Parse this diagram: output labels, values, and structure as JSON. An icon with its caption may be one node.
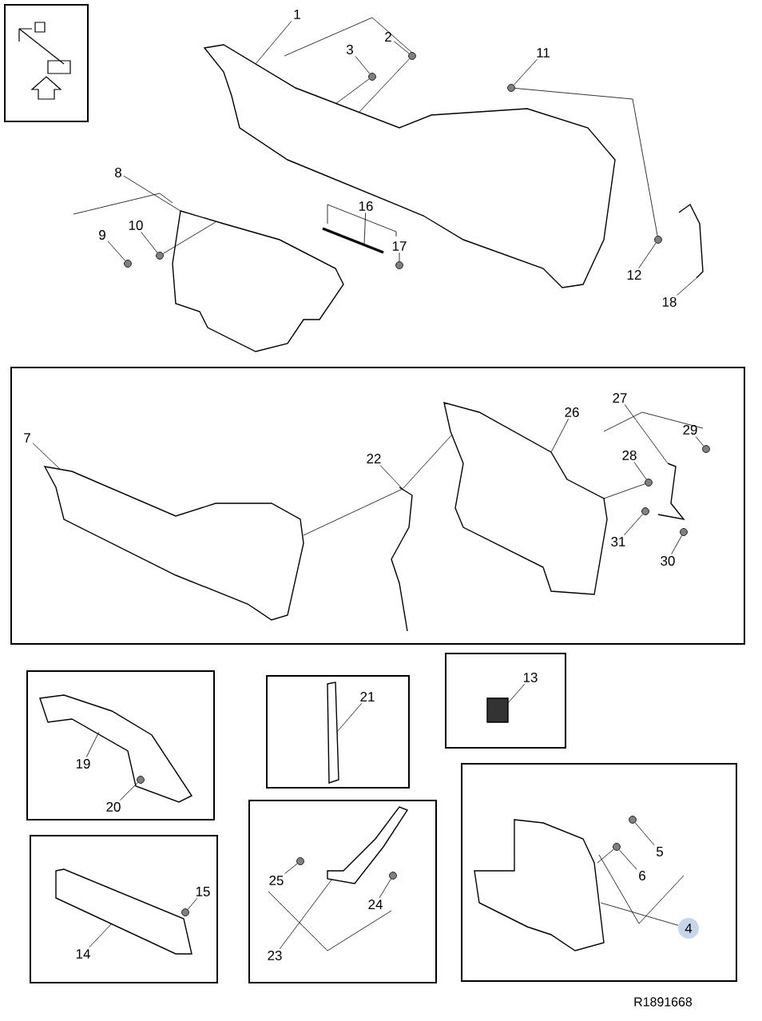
{
  "diagram": {
    "nodes": [
      {
        "text": [],
        "shape": "box"
      },
      {
        "text": [
          "1"
        ]
      },
      {
        "text": [
          "2"
        ]
      },
      {
        "text": [
          "3"
        ]
      },
      {
        "text": [
          "11"
        ]
      },
      {
        "text": [
          "8"
        ]
      },
      {
        "text": [
          "10"
        ]
      },
      {
        "text": [
          "9"
        ]
      },
      {
        "text": [
          "16"
        ]
      },
      {
        "text": [
          "17"
        ]
      },
      {
        "text": [
          "12"
        ]
      },
      {
        "text": [
          "18"
        ]
      },
      {
        "text": [],
        "shape": "box"
      },
      {
        "text": [
          "7"
        ],
        "in": 12
      },
      {
        "text": [
          "22"
        ],
        "in": 12
      },
      {
        "text": [
          "26"
        ],
        "in": 12
      },
      {
        "text": [
          "27"
        ],
        "in": 12
      },
      {
        "text": [
          "29"
        ],
        "in": 12
      },
      {
        "text": [
          "28"
        ],
        "in": 12
      },
      {
        "text": [
          "31"
        ],
        "in": 12
      },
      {
        "text": [
          "30"
        ],
        "in": 12
      },
      {
        "text": [],
        "shape": "box"
      },
      {
        "text": [
          "19"
        ],
        "in": 21
      },
      {
        "text": [
          "20"
        ],
        "in": 21
      },
      {
        "text": [],
        "shape": "box"
      },
      {
        "text": [
          "21"
        ],
        "in": 24
      },
      {
        "text": [],
        "shape": "box"
      },
      {
        "text": [
          "13"
        ],
        "in": 26
      },
      {
        "text": [],
        "shape": "box"
      },
      {
        "text": [
          "15"
        ],
        "in": 28
      },
      {
        "text": [
          "14"
        ],
        "in": 28
      },
      {
        "text": [],
        "shape": "box"
      },
      {
        "text": [
          "25"
        ],
        "in": 31
      },
      {
        "text": [
          "24"
        ],
        "in": 31
      },
      {
        "text": [
          "23"
        ],
        "in": 31
      },
      {
        "text": [],
        "shape": "box"
      },
      {
        "text": [
          "5"
        ],
        "in": 35
      },
      {
        "text": [
          "6"
        ],
        "in": 35
      },
      {
        "text": [
          "4"
        ],
        "in": 35
      },
      {
        "text": [],
        "shape": "picture"
      },
      {
        "text": [],
        "shape": "circle"
      },
      {
        "text": [],
        "shape": "circle"
      },
      {
        "text": [],
        "shape": "circle"
      },
      {
        "text": [],
        "shape": "picture"
      },
      {
        "text": [],
        "shape": "circle"
      },
      {
        "text": [],
        "shape": "circle"
      },
      {
        "text": [],
        "shape": "picture"
      },
      {
        "text": [],
        "shape": "circle"
      },
      {
        "text": [],
        "shape": "circle"
      },
      {
        "text": [],
        "shape": "picture"
      },
      {
        "text": [],
        "shape": "picture",
        "in": 12
      },
      {
        "text": [],
        "shape": "picture",
        "in": 12
      },
      {
        "text": [],
        "shape": "picture",
        "in": 12
      },
      {
        "text": [],
        "shape": "picture",
        "in": 12
      },
      {
        "text": [],
        "shape": "circle",
        "in": 12
      },
      {
        "text": [],
        "shape": "circle",
        "in": 12
      },
      {
        "text": [],
        "shape": "circle",
        "in": 12
      },
      {
        "text": [],
        "shape": "circle",
        "in": 12
      },
      {
        "text": [],
        "shape": "picture",
        "in": 21
      },
      {
        "text": [],
        "shape": "circle",
        "in": 58
      },
      {
        "text": [],
        "shape": "picture",
        "in": 24
      },
      {
        "text": [],
        "shape": "box",
        "in": 26
      },
      {
        "text": [],
        "shape": "circle",
        "in": 28
      },
      {
        "text": [],
        "shape": "picture",
        "in": 28
      },
      {
        "text": [],
        "shape": "circle",
        "in": 31
      },
      {
        "text": [],
        "shape": "circle",
        "in": 31
      },
      {
        "text": [],
        "shape": "picture",
        "in": 31
      },
      {
        "text": [],
        "shape": "circle",
        "in": 35
      },
      {
        "text": [],
        "shape": "circle",
        "in": 35
      },
      {
        "text": [],
        "shape": "picture",
        "in": 35
      }
    ],
    "edges": [
      {
        "from": 1,
        "to": 39,
        "arrow": "none"
      },
      {
        "from": 2,
        "to": 40,
        "arrow": "none"
      },
      {
        "from": 3,
        "to": 41,
        "arrow": "none"
      },
      {
        "from": 4,
        "to": 42,
        "arrow": "none"
      },
      {
        "from": 5,
        "to": 43,
        "arrow": "none"
      },
      {
        "from": 6,
        "to": 44,
        "arrow": "none"
      },
      {
        "from": 7,
        "to": 45,
        "arrow": "none"
      },
      {
        "from": 8,
        "to": 46,
        "arrow": "none"
      },
      {
        "from": 9,
        "to": 47,
        "arrow": "none"
      },
      {
        "from": 10,
        "to": 48,
        "arrow": "none"
      },
      {
        "from": 11,
        "to": 49,
        "arrow": "none"
      },
      {
        "from": 13,
        "to": 50,
        "arrow": "none"
      },
      {
        "from": 14,
        "to": 51,
        "arrow": "none"
      },
      {
        "from": 15,
        "to": 52,
        "arrow": "none"
      },
      {
        "from": 16,
        "to": 53,
        "arrow": "none"
      },
      {
        "from": 17,
        "to": 54,
        "arrow": "none"
      },
      {
        "from": 18,
        "to": 55,
        "arrow": "none"
      },
      {
        "from": 19,
        "to": 56,
        "arrow": "none"
      },
      {
        "from": 20,
        "to": 57,
        "arrow": "none"
      },
      {
        "from": 22,
        "to": 58,
        "arrow": "none"
      },
      {
        "from": 23,
        "to": 59,
        "arrow": "none"
      },
      {
        "from": 25,
        "to": 60,
        "arrow": "none"
      },
      {
        "from": 27,
        "to": 61,
        "arrow": "none"
      },
      {
        "from": 29,
        "to": 62,
        "arrow": "none"
      },
      {
        "from": 30,
        "to": 63,
        "arrow": "none"
      },
      {
        "from": 32,
        "to": 64,
        "arrow": "none"
      },
      {
        "from": 33,
        "to": 65,
        "arrow": "none"
      },
      {
        "from": 34,
        "to": 66,
        "arrow": "none"
      },
      {
        "from": 36,
        "to": 67,
        "arrow": "none"
      },
      {
        "from": 37,
        "to": 68,
        "arrow": "none"
      },
      {
        "from": 38,
        "to": 69,
        "arrow": "none"
      },
      {
        "from": 41,
        "to": 39,
        "arrow": "none"
      },
      {
        "from": 40,
        "to": 39,
        "arrow": "none"
      },
      {
        "from": 42,
        "to": 48,
        "arrow": "none"
      },
      {
        "from": 44,
        "to": 43,
        "arrow": "none"
      },
      {
        "from": 51,
        "to": 50,
        "arrow": "none"
      },
      {
        "from": 51,
        "to": 52,
        "arrow": "none"
      },
      {
        "from": 55,
        "to": 52,
        "arrow": "none"
      },
      {
        "from": 68,
        "to": 69,
        "arrow": "none"
      }
    ],
    "labels": [
      "R1891668"
    ]
  }
}
